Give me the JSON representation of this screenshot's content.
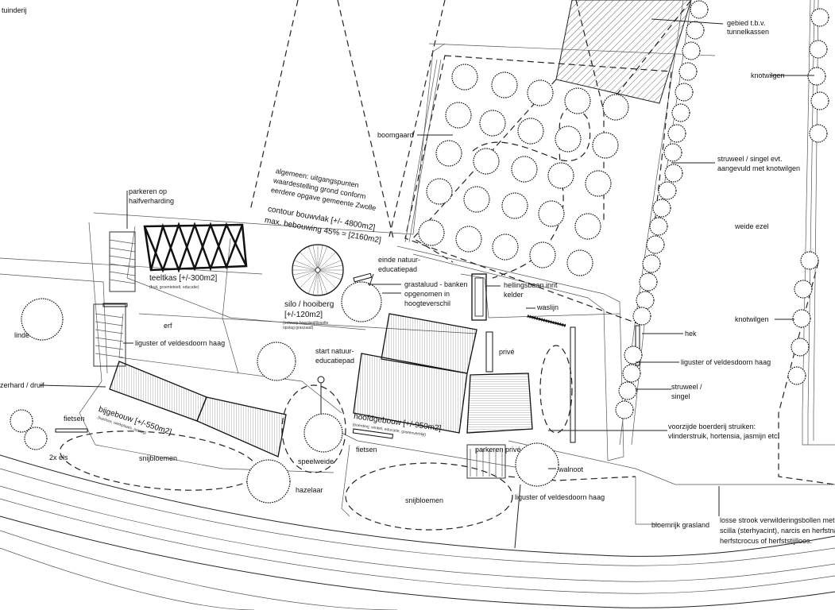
{
  "labels": {
    "tuinderij": "tuinderij",
    "gebied1": "gebied t.b.v.",
    "gebied2": "tunnelkassen",
    "knotwilgen_top": "knotwilgen",
    "boomgaard": "boomgaard",
    "struweel1": "struweel / singel evt.",
    "struweel2": "aangevuld met knotwilgen",
    "algemeen1": "algemeen: uitgangspunten",
    "algemeen2": "waardestelling grond conform",
    "algemeen3": "eerdere opgave gemeente Zwolle",
    "contour1": "contour bouwvlak [+/- 4800m2]",
    "contour2": "max. bebouwing 45% = [2160m2]",
    "weide_ezel": "weide ezel",
    "parkeren1": "parkeren op",
    "parkeren2": "halfverharding",
    "einde1": "einde natuur-",
    "einde2": "educatiepad",
    "grastaluud1": "grastaluud - banken",
    "grastaluud2": "opgenomen in",
    "grastaluud3": "hoogteverschil",
    "hellingsbaan1": "hellingsbaan inrit",
    "hellingsbaan2": "kelder",
    "waslijn": "waslijn",
    "teeltkas": "teeltkas [+/-300m2]",
    "teeltkas_sub": "(fruit, groenteteelt, educatie)",
    "silo1": "silo / hooiberg",
    "silo2": "[+/-120m2]",
    "silo_sub1": "(ontwerp boerderijfilosofie",
    "silo_sub2": "opslag graszaad)",
    "knotwilgen_mid": "knotwilgen",
    "linde": "linde",
    "erf": "erf",
    "liguster_left": "liguster of veldesdoorn haag",
    "hek": "hek",
    "prive": "privé",
    "start1": "start natuur-",
    "start2": "educatiepad",
    "liguster_right": "liguster of veldesdoorn haag",
    "zerhard": "zerhard / druif",
    "bijgebouw": "bijgebouw [+/-550m2]",
    "bijgebouw_sub": "(kantoor, werkplaats, opslag)",
    "hoofdgebouw": "hoofdgebouw [+/-950m2]",
    "hoofdgebouw_sub": "(boerderij, winkel, educatie, gastenverblijf)",
    "struweel_singel1": "struweel /",
    "struweel_singel2": "singel",
    "fietsen_left": "fietsen",
    "fietsen_mid": "fietsen",
    "voorzijde1": "voorzijde boerderij struiken:",
    "voorzijde2": "vlinderstruik, hortensia, jasmijn etc.",
    "els": "2x els",
    "snijbloemen_left": "snijbloemen",
    "speelweide": "speelweide",
    "parkeren_prive": "parkeren privé",
    "walnoot": "walnoot",
    "hazelaar": "hazelaar",
    "snijbloemen_mid": "snijbloemen",
    "liguster_bottom": "liguster of veldesdoorn haag",
    "bloemrijk": "bloemrijk grasland",
    "losse1": "losse strook verwilderingsbollen met s",
    "losse2": "scilla (sterhyacint), narcis en herfstna",
    "losse3": "herfstcrocus of herfststijlloos."
  }
}
